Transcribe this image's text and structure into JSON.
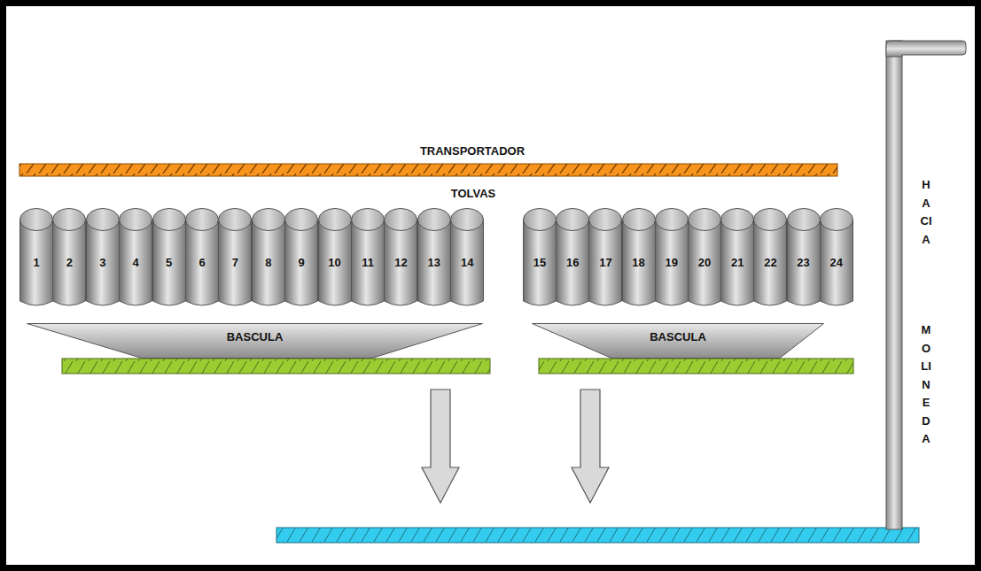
{
  "diagram": {
    "nodes": [
      {
        "text": [
          "1"
        ]
      },
      {
        "text": [
          "2"
        ]
      },
      {
        "text": [
          "3"
        ]
      },
      {
        "text": [
          "4"
        ]
      },
      {
        "text": [
          "5"
        ]
      },
      {
        "text": [
          "6"
        ]
      },
      {
        "text": [
          "7"
        ]
      },
      {
        "text": [
          "8"
        ]
      },
      {
        "text": [
          "9"
        ]
      },
      {
        "text": [
          "10"
        ]
      },
      {
        "text": [
          "11"
        ]
      },
      {
        "text": [
          "12"
        ]
      },
      {
        "text": [
          "13"
        ]
      },
      {
        "text": [
          "14"
        ]
      },
      {
        "text": [
          "15"
        ]
      },
      {
        "text": [
          "16"
        ]
      },
      {
        "text": [
          "17"
        ]
      },
      {
        "text": [
          "18"
        ]
      },
      {
        "text": [
          "19"
        ]
      },
      {
        "text": [
          "20"
        ]
      },
      {
        "text": [
          "21"
        ]
      },
      {
        "text": [
          "22"
        ]
      },
      {
        "text": [
          "23"
        ]
      },
      {
        "text": [
          "24"
        ]
      },
      {
        "text": [
          "BASCULA"
        ]
      },
      {
        "text": [
          "BASCULA"
        ]
      }
    ],
    "labels": [
      "TRANSPORTADOR",
      "TOLVAS",
      "HACIA",
      "MOLINEDA"
    ]
  }
}
